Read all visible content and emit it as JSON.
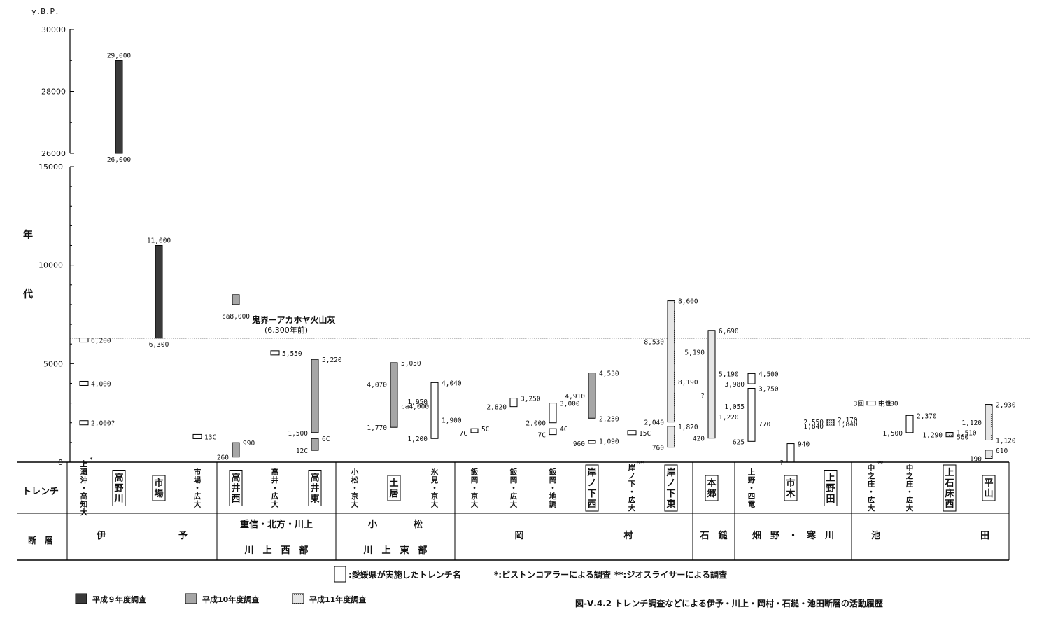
{
  "chart_data": {
    "type": "bar",
    "y_unit_label": "y.B.P.",
    "y_label_chars": [
      "年",
      "代"
    ],
    "upper_axis": {
      "ylim": [
        26000,
        30000
      ],
      "ticks": [
        "30000",
        "28000",
        "26000"
      ]
    },
    "lower_axis": {
      "ylim": [
        0,
        15000
      ],
      "ticks": [
        "15000",
        "10000",
        "5000",
        "0"
      ]
    },
    "ah_line": {
      "value": 6300,
      "label1": "鬼界ーアカホヤ火山灰",
      "label2": "(6,300年前)"
    },
    "row_label_trench": "トレンチ",
    "row_label_fault": "断　層",
    "trenches": [
      {
        "name": "上灘沖・高知大",
        "mark": "*",
        "boxed": false
      },
      {
        "name": "高野川",
        "mark": "",
        "boxed": true
      },
      {
        "name": "市場",
        "mark": "",
        "boxed": true
      },
      {
        "name": "市場・広大",
        "mark": "",
        "boxed": false
      },
      {
        "name": "高井西",
        "mark": "",
        "boxed": true
      },
      {
        "name": "高井・広大",
        "mark": "",
        "boxed": false
      },
      {
        "name": "高井東",
        "mark": "",
        "boxed": true
      },
      {
        "name": "小松・京大",
        "mark": "",
        "boxed": false
      },
      {
        "name": "土居",
        "mark": "",
        "boxed": true
      },
      {
        "name": "氷見・京大",
        "mark": "",
        "boxed": false
      },
      {
        "name": "飯岡・京大",
        "mark": "",
        "boxed": false
      },
      {
        "name": "飯岡・広大",
        "mark": "",
        "boxed": false
      },
      {
        "name": "飯岡・地調",
        "mark": "",
        "boxed": false
      },
      {
        "name": "岸ノ下西",
        "mark": "",
        "boxed": true
      },
      {
        "name": "岸ノ下・広大",
        "mark": "**",
        "boxed": false
      },
      {
        "name": "岸ノ下東",
        "mark": "",
        "boxed": true
      },
      {
        "name": "本郷",
        "mark": "",
        "boxed": true
      },
      {
        "name": "上野・四電",
        "mark": "",
        "boxed": false
      },
      {
        "name": "市木",
        "mark": "",
        "boxed": true
      },
      {
        "name": "上野田",
        "mark": "",
        "boxed": true
      },
      {
        "name": "中之庄・広大",
        "mark": "**",
        "boxed": false
      },
      {
        "name": "中之庄・広大",
        "mark": "",
        "boxed": false
      },
      {
        "name": "上石床西",
        "mark": "",
        "boxed": true
      },
      {
        "name": "平山",
        "mark": "",
        "boxed": true
      }
    ],
    "faults": [
      {
        "row1": "伊　　　　　　　　予",
        "row2": ""
      },
      {
        "row1": "重信・北方・川上",
        "row2": "川　上　西　部"
      },
      {
        "row1": "小　　　　松",
        "row2": "川　上　東　部"
      },
      {
        "row1": "岡　　　　　　　　　　　村",
        "row2": ""
      },
      {
        "row1": "石　鎚",
        "row2": ""
      },
      {
        "row1": "畑　野　・　寒　川",
        "row2": ""
      },
      {
        "row1": "池　　　　　　　　　　　田",
        "row2": ""
      }
    ],
    "series": [
      {
        "name": "平成９年度調査",
        "fill": "#3a3a3a"
      },
      {
        "name": "平成10年度調査",
        "fill": "#a6a6a6"
      },
      {
        "name": "平成11年度調査",
        "fill": "#cfcfcf"
      }
    ],
    "bars": [
      {
        "trench": 1,
        "from": 26000,
        "to": 29000,
        "series": 0,
        "top_label": "29,000",
        "bottom_label": "26,000"
      },
      {
        "trench": 2,
        "from": 6300,
        "to": 11000,
        "series": 0,
        "top_label": "11,000",
        "bottom_label": "6,300"
      },
      {
        "trench": 4,
        "from": 8000,
        "to": 8500,
        "series": 1,
        "label": "ca8,000"
      },
      {
        "trench": 4,
        "from": 260,
        "to": 990,
        "series": 1,
        "labels": [
          "990",
          "260"
        ]
      },
      {
        "trench": 6,
        "from": 1500,
        "to": 5220,
        "series": 1,
        "labels": [
          "5,220",
          "1,500"
        ]
      },
      {
        "trench": 6,
        "from": 600,
        "to": 1200,
        "series": 1,
        "labels": [
          "6C",
          "12C"
        ]
      },
      {
        "trench": 8,
        "from": 1770,
        "to": 5050,
        "series": 1,
        "labels": [
          "5,050",
          "4,070",
          "ca4,000",
          "1,770"
        ]
      },
      {
        "trench": 9,
        "from": 1200,
        "to": 4040,
        "series": -1,
        "labels": [
          "4,040",
          "1,950",
          "1,900",
          "1,200"
        ]
      },
      {
        "trench": 10,
        "from": 1500,
        "to": 1700,
        "series": -1,
        "labels": [
          "5C",
          "7C"
        ]
      },
      {
        "trench": 11,
        "from": 2820,
        "to": 3250,
        "series": -1,
        "labels": [
          "3,250",
          "2,820"
        ]
      },
      {
        "trench": 12,
        "from": 2000,
        "to": 3000,
        "series": -1,
        "labels": [
          "3,000",
          "2,000"
        ]
      },
      {
        "trench": 12,
        "from": 1400,
        "to": 1700,
        "series": -1,
        "labels": [
          "4C",
          "7C"
        ]
      },
      {
        "trench": 13,
        "from": 2230,
        "to": 4530,
        "series": 1,
        "labels": [
          "4,530",
          "4,910",
          "2,230"
        ]
      },
      {
        "trench": 13,
        "from": 960,
        "to": 1090,
        "series": -1,
        "labels": [
          "1,090",
          "960"
        ]
      },
      {
        "trench": 15,
        "from": 2040,
        "to": 8190,
        "series": 2,
        "labels": [
          "8,600",
          "8,530",
          "8,190",
          "2,040"
        ]
      },
      {
        "trench": 15,
        "from": 760,
        "to": 1820,
        "series": 2,
        "labels": [
          "1,820",
          "760"
        ]
      },
      {
        "trench": 16,
        "from": 1220,
        "to": 6690,
        "series": 2,
        "labels": [
          "6,690",
          "5,190",
          "5,190",
          "?",
          "1,220",
          "420"
        ]
      },
      {
        "trench": 17,
        "from": 3980,
        "to": 4500,
        "series": -1,
        "labels": [
          "4,500",
          "3,980"
        ]
      },
      {
        "trench": 17,
        "from": 1055,
        "to": 3750,
        "series": -1,
        "labels": [
          "3,750",
          "1,055",
          "770",
          "625"
        ]
      },
      {
        "trench": 18,
        "from": 0,
        "to": 940,
        "series": -1,
        "labels": [
          "940",
          "?"
        ]
      },
      {
        "trench": 19,
        "from": 1840,
        "to": 2170,
        "series": 2,
        "labels": [
          "2,170",
          "2,550",
          "1,840",
          "1,840"
        ]
      },
      {
        "trench": 20,
        "from": 3000,
        "to": 3000,
        "series": -1,
        "labels": [
          "3,000",
          "3回",
          "中世"
        ]
      },
      {
        "trench": 21,
        "from": 1500,
        "to": 2370,
        "series": -1,
        "labels": [
          "2,370",
          "1,500"
        ]
      },
      {
        "trench": 22,
        "from": 1290,
        "to": 1510,
        "series": 2,
        "labels": [
          "1,510",
          "1,290",
          "560"
        ]
      },
      {
        "trench": 23,
        "from": 1120,
        "to": 2930,
        "series": 2,
        "labels": [
          "2,930",
          "1,120",
          "1,120"
        ]
      },
      {
        "trench": 23,
        "from": 190,
        "to": 610,
        "series": 2,
        "labels": [
          "610",
          "190"
        ]
      },
      {
        "trench": 0,
        "from": 6200,
        "to": 6200,
        "series": -1,
        "labels": [
          "6,200"
        ]
      },
      {
        "trench": 0,
        "from": 4000,
        "to": 4000,
        "series": -1,
        "labels": [
          "4,000"
        ]
      },
      {
        "trench": 0,
        "from": 2000,
        "to": 2000,
        "series": -1,
        "labels": [
          "2,000?"
        ]
      },
      {
        "trench": 3,
        "from": 1300,
        "to": 1300,
        "series": -1,
        "labels": [
          "13C"
        ]
      },
      {
        "trench": 5,
        "from": 5550,
        "to": 5550,
        "series": -1,
        "labels": [
          "5,550"
        ]
      },
      {
        "trench": 14,
        "from": 1500,
        "to": 1500,
        "series": -1,
        "labels": [
          "15C"
        ]
      }
    ],
    "notes": {
      "open_box": ":愛媛県が実施したトレンチ名",
      "single_star": "*:ピストンコアラーによる調査",
      "double_star": "**:ジオスライサーによる調査"
    },
    "figure_caption": "図-Ⅴ.4.2 トレンチ調査などによる伊予・川上・岡村・石鎚・池田断層の活動履歴"
  }
}
